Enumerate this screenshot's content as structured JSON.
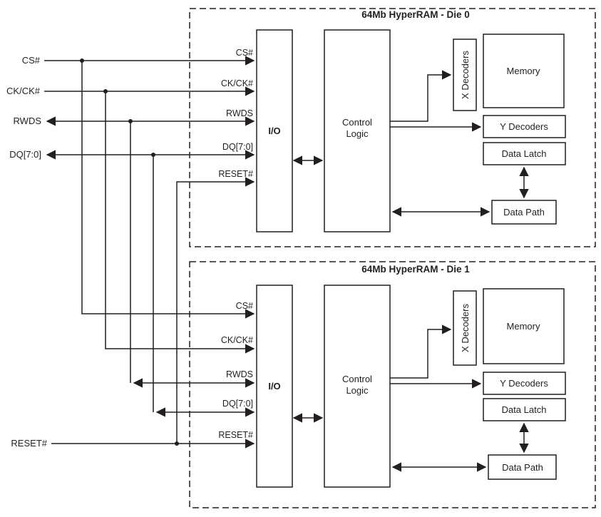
{
  "external": {
    "cs": "CS#",
    "ck": "CK/CK#",
    "rwds": "RWDS",
    "dq": "DQ[7:0]",
    "reset": "RESET#"
  },
  "die0": {
    "title": "64Mb HyperRAM - Die 0",
    "sig": {
      "cs": "CS#",
      "ck": "CK/CK#",
      "rwds": "RWDS",
      "dq": "DQ[7:0]",
      "reset": "RESET#"
    },
    "io": "I/O",
    "control_1": "Control",
    "control_2": "Logic",
    "x_decoders": "X Decoders",
    "memory": "Memory",
    "y_decoders": "Y Decoders",
    "data_latch": "Data Latch",
    "data_path": "Data Path"
  },
  "die1": {
    "title": "64Mb HyperRAM - Die 1",
    "sig": {
      "cs": "CS#",
      "ck": "CK/CK#",
      "rwds": "RWDS",
      "dq": "DQ[7:0]",
      "reset": "RESET#"
    },
    "io": "I/O",
    "control_1": "Control",
    "control_2": "Logic",
    "x_decoders": "X Decoders",
    "memory": "Memory",
    "y_decoders": "Y Decoders",
    "data_latch": "Data Latch",
    "data_path": "Data Path"
  },
  "colors": {
    "line": "#231f20",
    "background": "#ffffff"
  }
}
